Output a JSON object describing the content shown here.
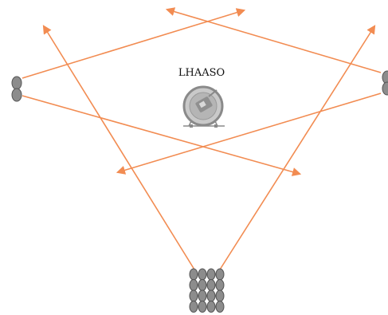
{
  "title": "LHAASO",
  "colors": {
    "beam": "#f28c52",
    "lens_fill": "#8c8c8c",
    "lens_stroke": "#555555",
    "instrument": "#9a9a9a",
    "background": "#ffffff"
  },
  "groups": [
    {
      "name": "left-lens-stack",
      "rows": 2,
      "cols": 1
    },
    {
      "name": "right-lens-stack",
      "rows": 2,
      "cols": 1
    },
    {
      "name": "bottom-lens-array",
      "rows": 4,
      "cols": 4
    }
  ],
  "icons": {
    "center": "telescope-icon"
  }
}
